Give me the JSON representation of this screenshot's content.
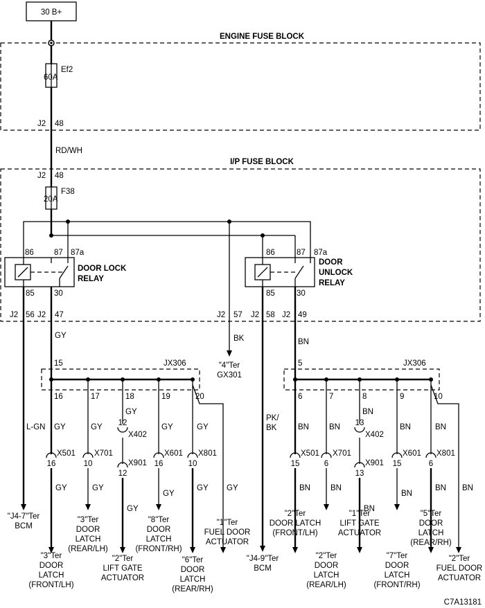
{
  "power": {
    "label": "30 B+"
  },
  "blocks": {
    "engine": "ENGINE FUSE BLOCK",
    "ip": "I/P FUSE BLOCK"
  },
  "fuses": [
    {
      "name": "Ef2",
      "rating": "60A"
    },
    {
      "name": "F38",
      "rating": "20A"
    }
  ],
  "wires": {
    "rd_wh": "RD/WH",
    "gy": "GY",
    "bk": "BK",
    "bn": "BN",
    "lgn": "L-GN",
    "pk": "PK/",
    "bk2": "BK"
  },
  "relays": {
    "lock": {
      "line1": "DOOR LOCK",
      "line2": "RELAY",
      "pins": [
        "86",
        "87",
        "87a",
        "85",
        "30"
      ]
    },
    "unlock": {
      "line1": "DOOR",
      "line2": "UNLOCK",
      "line3": "RELAY",
      "pins": [
        "86",
        "87",
        "87a",
        "85",
        "30"
      ]
    }
  },
  "terminals": {
    "ef_j2": "J2",
    "ef_48": "48",
    "f38_j2": "J2",
    "f38_48": "48",
    "lock_j2a": "J2",
    "lock_56": "56",
    "lock_j2b": "J2",
    "lock_47": "47",
    "gnd_j2": "J2",
    "gnd_57": "57",
    "unl_j2a": "J2",
    "unl_58": "58",
    "unl_j2b": "J2",
    "unl_49": "49"
  },
  "ground": {
    "line1": "\"4\"Ter",
    "line2": "GX301"
  },
  "jx_left": {
    "name": "JX306",
    "in_pin": "15",
    "pins": [
      "16",
      "17",
      "18",
      "19",
      "20"
    ],
    "connectors": [
      "X501",
      "X701",
      "X901",
      "X601",
      "X801"
    ],
    "x402": "X402",
    "x402_pin": "12",
    "conn_pins": [
      "16",
      "10",
      "12",
      "16",
      "10"
    ]
  },
  "jx_right": {
    "name": "JX306",
    "in_pin": "5",
    "pins": [
      "6",
      "7",
      "8",
      "9",
      "10"
    ],
    "connectors": [
      "X501",
      "X701",
      "X901",
      "X601",
      "X801"
    ],
    "x402": "X402",
    "x402_pin": "13",
    "conn_pins": [
      "15",
      "6",
      "13",
      "15",
      "6"
    ]
  },
  "dest_left": [
    {
      "l1": "\"J4-7\"Ter",
      "l2": "BCM"
    },
    {
      "l1": "\"3\"Ter",
      "l2": "DOOR",
      "l3": "LATCH",
      "l4": "(FRONT/LH)"
    },
    {
      "l1": "\"3\"Ter",
      "l2": "DOOR",
      "l3": "LATCH",
      "l4": "(REAR/LH)"
    },
    {
      "l1": "\"2\"Ter",
      "l2": "LIFT GATE",
      "l3": "ACTUATOR"
    },
    {
      "l1": "\"8\"Ter",
      "l2": "DOOR",
      "l3": "LATCH",
      "l4": "(FRONT/RH)"
    },
    {
      "l1": "\"6\"Ter",
      "l2": "DOOR",
      "l3": "LATCH",
      "l4": "(REAR/RH)"
    },
    {
      "l1": "\"1\"Ter",
      "l2": "FUEL DOOR",
      "l3": "ACTUATOR"
    }
  ],
  "dest_right": [
    {
      "l1": "\"J4-9\"Ter",
      "l2": "BCM"
    },
    {
      "l1": "\"2\"Ter",
      "l2": "DOOR LATCH",
      "l3": "(FRONT/LH)"
    },
    {
      "l1": "\"2\"Ter",
      "l2": "DOOR",
      "l3": "LATCH",
      "l4": "(REAR/LH)"
    },
    {
      "l1": "\"1\"Ter",
      "l2": "LIFT GATE",
      "l3": "ACTUATOR"
    },
    {
      "l1": "\"7\"Ter",
      "l2": "DOOR",
      "l3": "LATCH",
      "l4": "(FRONT/RH)"
    },
    {
      "l1": "\"5\"Ter",
      "l2": "DOOR",
      "l3": "LATCH",
      "l4": "(REAR/RH)"
    },
    {
      "l1": "\"2\"Ter",
      "l2": "FUEL DOOR",
      "l3": "ACTUATOR"
    }
  ],
  "figure_id": "C7A13181"
}
